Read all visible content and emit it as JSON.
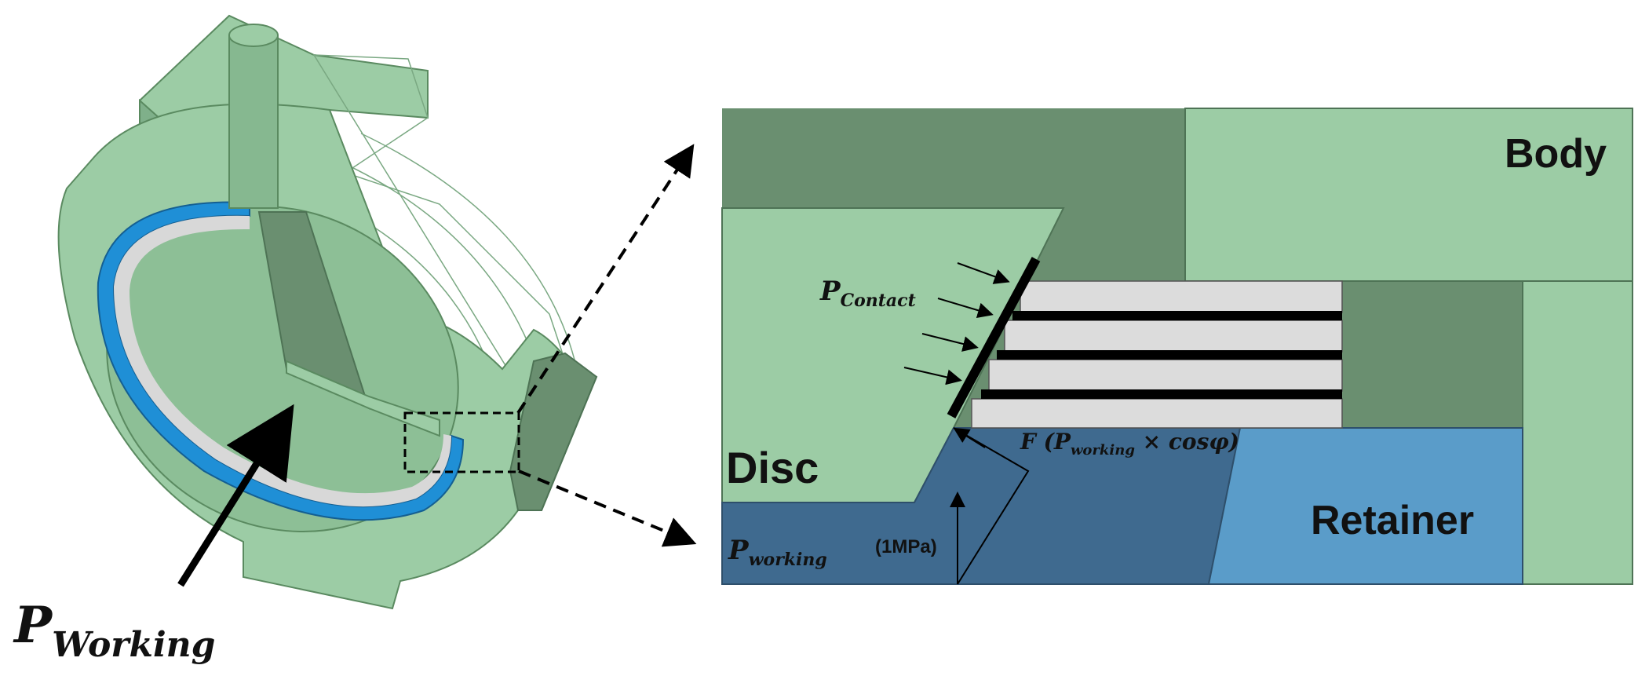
{
  "left_view": {
    "label_main": "P",
    "label_sub": "Working"
  },
  "detail_view": {
    "body_label": "Body",
    "disc_label": "Disc",
    "retainer_label": "Retainer",
    "contact_main": "P",
    "contact_sub": "Contact",
    "working_main": "P",
    "working_sub": "working",
    "working_value": "(1MPa)",
    "force_prefix": "F (",
    "force_main": "P",
    "force_sub": "working",
    "force_suffix": " × cosφ)"
  },
  "colors": {
    "light_green": "#9ccca5",
    "dark_green": "#6a8f70",
    "mid_green": "#7fb08a",
    "seal_blue": "#1f8fd6",
    "retainer_blue": "#5a9cc9",
    "dark_blue": "#3f6a8f",
    "seal_gray": "#dcdcdc"
  }
}
